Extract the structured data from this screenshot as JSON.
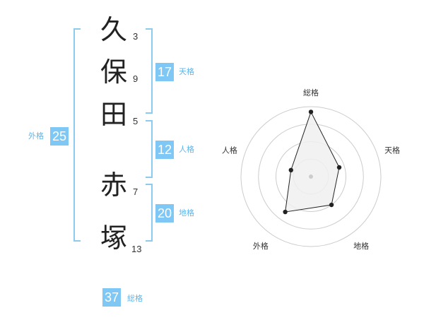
{
  "name": {
    "characters": [
      {
        "char": "久",
        "strokes": "3"
      },
      {
        "char": "保",
        "strokes": "9"
      },
      {
        "char": "田",
        "strokes": "5"
      },
      {
        "char": "赤",
        "strokes": "7"
      },
      {
        "char": "塚",
        "strokes": "13"
      }
    ]
  },
  "scores": {
    "tenkaku": {
      "value": "17",
      "label": "天格"
    },
    "jinkaku": {
      "value": "12",
      "label": "人格"
    },
    "chikaku": {
      "value": "20",
      "label": "地格"
    },
    "gaikaku": {
      "value": "25",
      "label": "外格"
    },
    "soukaku": {
      "value": "37",
      "label": "総格"
    }
  },
  "chart_data": {
    "type": "radar",
    "axes": [
      "総格",
      "天格",
      "地格",
      "外格",
      "人格"
    ],
    "values": [
      37,
      17,
      20,
      25,
      12
    ],
    "rings": 4,
    "colors": {
      "fill": "#f0f0f0",
      "line": "#222222",
      "grid": "#cccccc",
      "center": "#cccccc"
    }
  },
  "colors": {
    "accent": "#7fc8f6",
    "bracket": "#8ccbf1",
    "label": "#5fb5ea"
  }
}
